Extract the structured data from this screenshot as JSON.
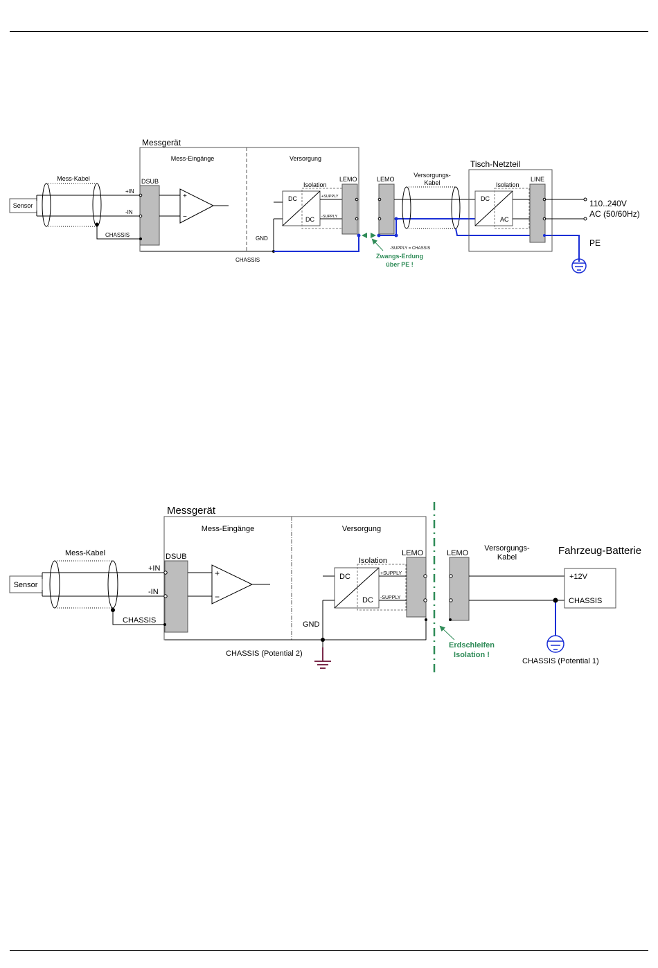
{
  "colors": {
    "wire": "#000000",
    "ground_blue": "#1a2fd6",
    "ground_purple": "#7a2a4a",
    "annotation_green": "#2e8b57",
    "block_gray": "#bdbdbd",
    "box_stroke": "#555555"
  },
  "diagram1": {
    "device_title": "Messgerät",
    "inputs_section": "Mess-Eingänge",
    "supply_section": "Versorgung",
    "sensor": "Sensor",
    "cable": "Mess-Kabel",
    "dsub": "DSUB",
    "plus_in": "+IN",
    "minus_in": "-IN",
    "chassis_left": "CHASSIS",
    "opamp_plus": "+",
    "opamp_minus": "−",
    "gnd": "GND",
    "chassis_bottom": "CHASSIS",
    "isolation": "Isolation",
    "dc_top": "DC",
    "dc_bottom": "DC",
    "plus_supply": "+SUPPLY",
    "minus_supply": "-SUPPLY",
    "lemo_device": "LEMO",
    "lemo_cable": "LEMO",
    "supply_cable_line1": "Versorgungs-",
    "supply_cable_line2": "Kabel",
    "supply_equals_chassis": "-SUPPLY = CHASSIS",
    "forced_ground_line1": "Zwangs-Erdung",
    "forced_ground_line2": "über PE !",
    "psu_title": "Tisch-Netzteil",
    "psu_isolation": "Isolation",
    "psu_dc": "DC",
    "psu_ac": "AC",
    "line": "LINE",
    "mains_line1": "110..240V",
    "mains_line2": "AC (50/60Hz)",
    "pe": "PE"
  },
  "diagram2": {
    "device_title": "Messgerät",
    "inputs_section": "Mess-Eingänge",
    "supply_section": "Versorgung",
    "sensor": "Sensor",
    "cable": "Mess-Kabel",
    "dsub": "DSUB",
    "plus_in": "+IN",
    "minus_in": "-IN",
    "chassis_left": "CHASSIS",
    "opamp_plus": "+",
    "opamp_minus": "−",
    "gnd": "GND",
    "chassis_potential2": "CHASSIS (Potential 2)",
    "isolation": "Isolation",
    "dc_top": "DC",
    "dc_bottom": "DC",
    "plus_supply": "+SUPPLY",
    "minus_supply": "-SUPPLY",
    "lemo_device": "LEMO",
    "lemo_cable": "LEMO",
    "supply_cable_line1": "Versorgungs-",
    "supply_cable_line2": "Kabel",
    "battery_title": "Fahrzeug-Batterie",
    "plus12v": "+12V",
    "battery_chassis": "CHASSIS",
    "ground_loop_line1": "Erdschleifen",
    "ground_loop_line2": "Isolation !",
    "chassis_potential1": "CHASSIS (Potential 1)"
  }
}
